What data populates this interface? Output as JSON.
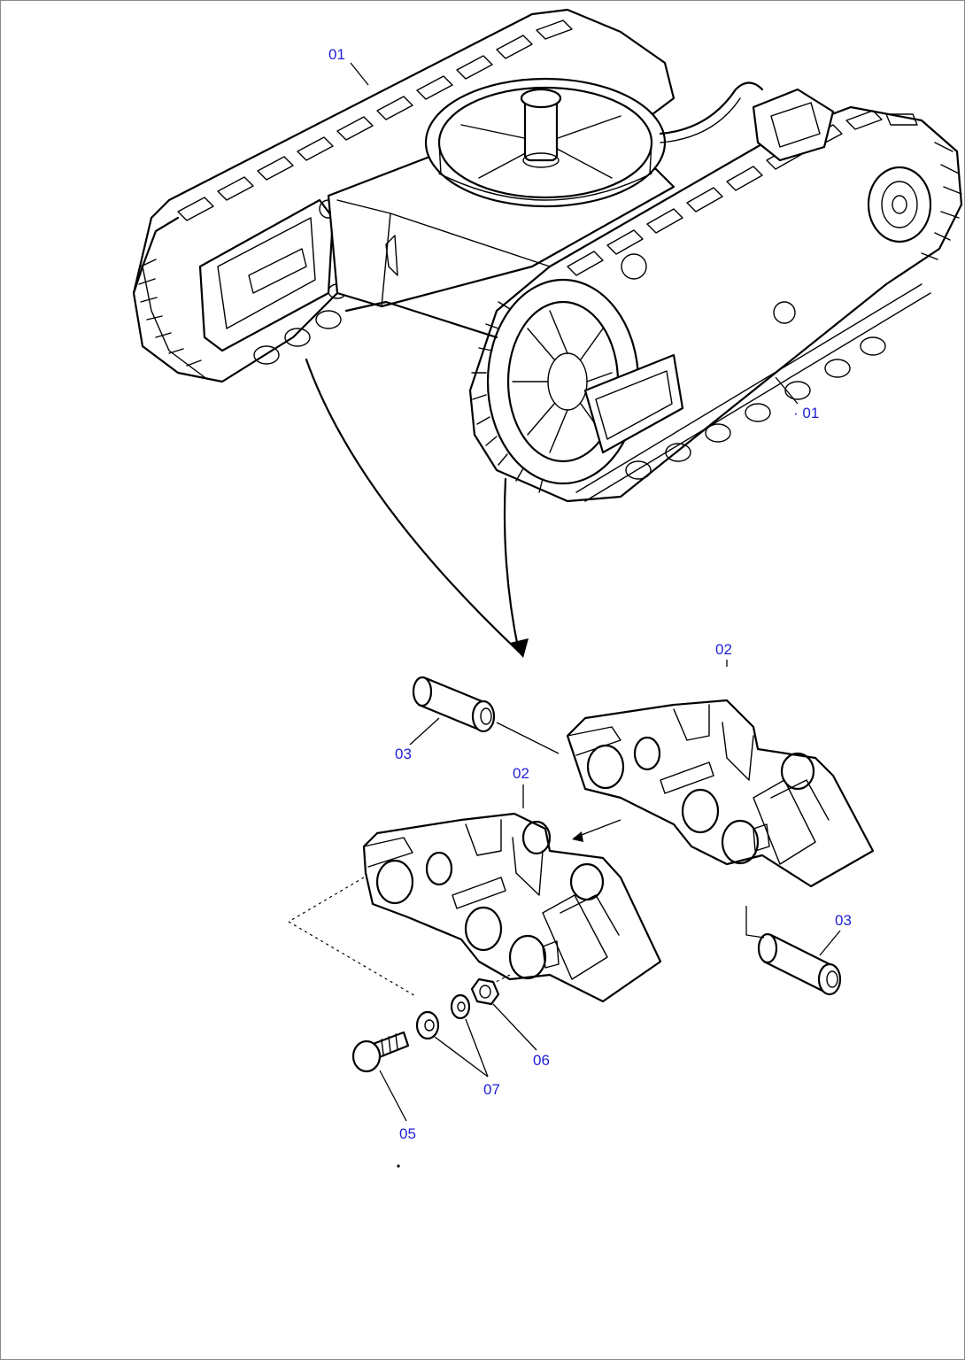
{
  "callouts": {
    "track_upper_left": "01",
    "track_right": "· 01",
    "track_link_upper": "02",
    "track_link_lower": "02",
    "pin_left": "03",
    "pin_right": "03",
    "bolt": "05",
    "nut": "06",
    "washers": "07"
  },
  "colors": {
    "callout_text": "#1f1fd6",
    "line_art": "#000000",
    "background": "#ffffff"
  }
}
